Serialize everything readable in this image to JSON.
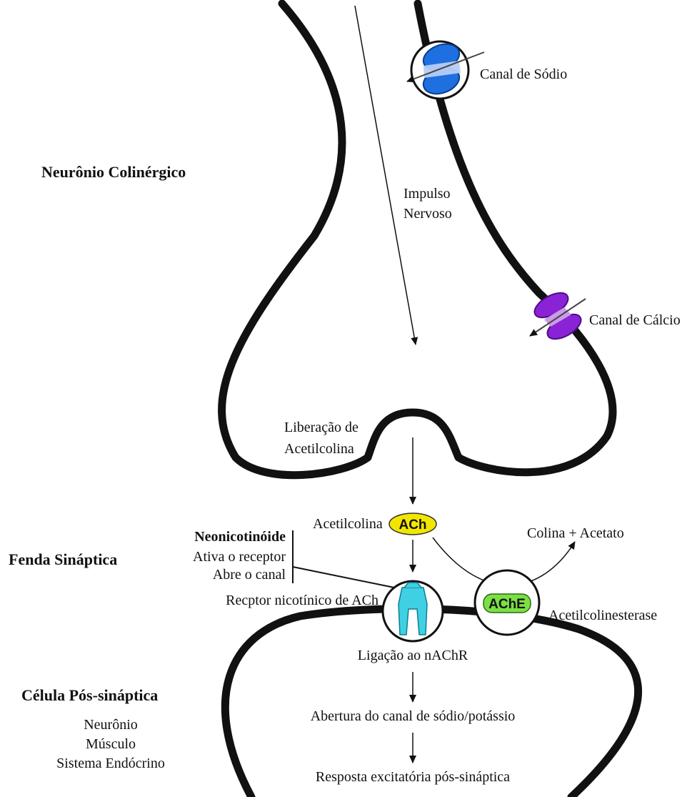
{
  "neuron": {
    "title": "Neurônio Colinérgico",
    "sodium_channel": "Canal de Sódio",
    "calcium_channel": "Canal de Cálcio",
    "impulse_line1": "Impulso",
    "impulse_line2": "Nervoso",
    "release_line1": "Liberação de",
    "release_line2": "Acetilcolina"
  },
  "cleft": {
    "title": "Fenda Sináptica",
    "acetylcholine": "Acetilcolina",
    "ach_badge": "ACh",
    "products": "Colina + Acetato",
    "neonicotinoid_title": "Neonicotinóide",
    "neonicotinoid_line1": "Ativa o receptor",
    "neonicotinoid_line2": "Abre o canal",
    "receptor": "Recptor nicotínico de ACh",
    "ache_badge": "AChE",
    "acetylcholinesterase": "Acetilcolinesterase"
  },
  "postsynaptic": {
    "title": "Célula Pós-sináptica",
    "types": [
      "Neurônio",
      "Músculo",
      "Sistema Endócrino"
    ],
    "step1": "Ligação ao nAChR",
    "step2": "Abertura do canal de sódio/potássio",
    "step3": "Resposta excitatória pós-sináptica"
  },
  "colors": {
    "sodium_channel": "#1e6fe0",
    "calcium_channel": "#8a22d6",
    "ach_badge": "#f2e600",
    "ache_badge": "#7ae043",
    "receptor": "#3fd0e4"
  }
}
